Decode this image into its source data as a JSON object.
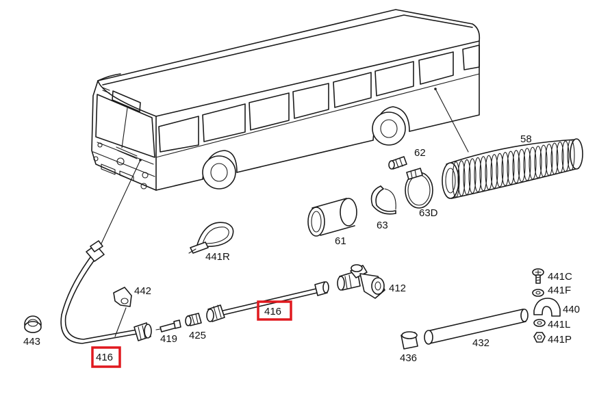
{
  "labels": {
    "p58": "58",
    "p62": "62",
    "p63D": "63D",
    "p63": "63",
    "p61": "61",
    "p441R": "441R",
    "p412": "412",
    "p442": "442",
    "p416_top": "416",
    "p416_bottom": "416",
    "p441C": "441C",
    "p441F": "441F",
    "p440": "440",
    "p441L": "441L",
    "p441P": "441P",
    "p443": "443",
    "p419": "419",
    "p425": "425",
    "p432": "432",
    "p436": "436"
  },
  "highlight_color": "#e0191f",
  "line_color": "#1a1a1a"
}
